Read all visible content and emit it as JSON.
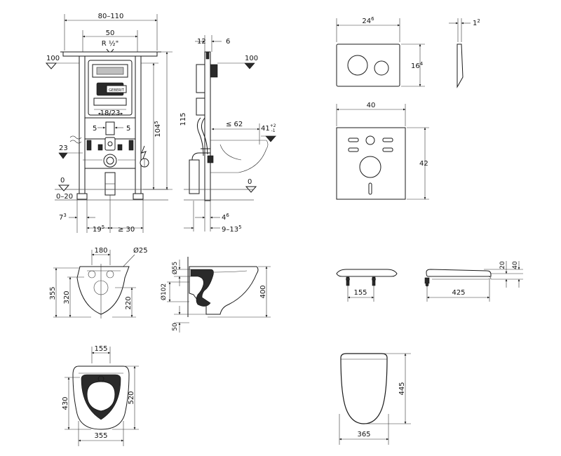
{
  "frame": {
    "labels": {
      "top_width": "80–110",
      "inner_width": "50",
      "pipe": "R ½\"",
      "level_100": "100",
      "height_115": "115",
      "height_104": "104",
      "height_104_sup": "5",
      "spacing_18_23": "18/23",
      "offset_left_5": "5",
      "offset_right_5": "5",
      "level_23": "23",
      "level_0": "0",
      "level_0_20": "0–20",
      "bottom_7": "7",
      "bottom_7_sup": "3",
      "bottom_19": "19",
      "bottom_19_sup": "5",
      "bottom_30": "≥ 30"
    }
  },
  "side": {
    "labels": {
      "top_12": "12",
      "top_6": "6",
      "level_100": "100",
      "reach_62": "≤ 62",
      "height_41": "41",
      "height_41_sup": "+2",
      "height_41_sub": "-1",
      "level_0": "0",
      "bottom_4": "4",
      "bottom_4_sup": "6",
      "bottom_9_13": "9–13",
      "bottom_9_13_sup": "5"
    }
  },
  "plate": {
    "labels": {
      "width_24": "24",
      "width_24_sup": "6",
      "height_16": "16",
      "height_16_sup": "4",
      "depth_1": "1",
      "depth_1_sup": "2"
    }
  },
  "mat": {
    "labels": {
      "width_40": "40",
      "height_42": "42"
    }
  },
  "bowl_front": {
    "labels": {
      "width_180": "180",
      "dia_25": "Ø25",
      "h_355": "355",
      "h_320": "320",
      "h_220": "220"
    }
  },
  "bowl_side": {
    "labels": {
      "dia_55": "Ø55",
      "dia_102": "Ø102",
      "h_400": "400",
      "h_50": "50"
    }
  },
  "seat_front": {
    "labels": {
      "w_155": "155"
    }
  },
  "seat_side": {
    "labels": {
      "w_425": "425",
      "h_20": "20",
      "h_40": "40"
    }
  },
  "bowl_top": {
    "labels": {
      "w_155": "155",
      "w_355": "355",
      "h_430": "430",
      "h_520": "520"
    }
  },
  "seat_top": {
    "labels": {
      "w_365": "365",
      "h_445": "445"
    }
  }
}
